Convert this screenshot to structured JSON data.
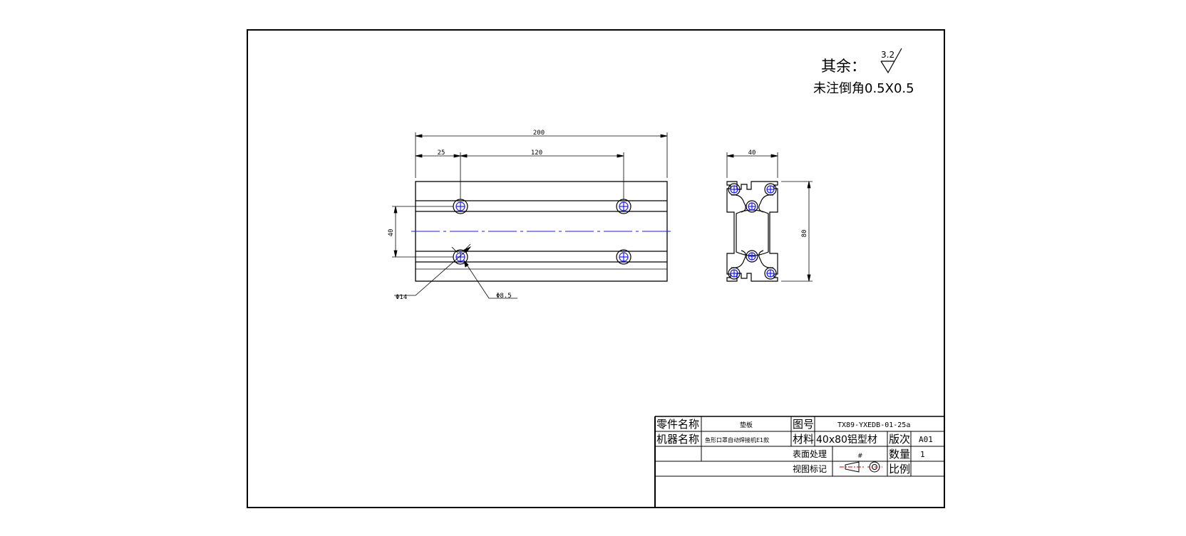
{
  "notes": {
    "roughness_prefix": "其余：",
    "roughness_value": "3.2",
    "chamfer_note": "未注倒角0.5X0.5"
  },
  "dimensions": {
    "length_overall": "200",
    "hole_offset": "25",
    "hole_spacing": "120",
    "hole_row_spacing": "40",
    "counterbore_dia": "Φ14",
    "hole_dia": "Φ8.5",
    "section_width": "40",
    "section_height": "80"
  },
  "title_block": {
    "part_name_label": "零件名称",
    "part_name_value": "垫板",
    "drawing_no_label": "图号",
    "drawing_no_value": "TX89-YXEDB-01-25a",
    "machine_name_label": "机器名称",
    "machine_name_value": "鱼形口罩自动焊接机E1款",
    "material_label": "材料",
    "material_value": "40x80铝型材",
    "revision_label": "版次",
    "revision_value": "A01",
    "surface_label": "表面处理",
    "surface_value": "#",
    "quantity_label": "数量",
    "quantity_value": "1",
    "view_symbol_label": "视图标记",
    "scale_label": "比例",
    "scale_value": ""
  },
  "colors": {
    "line": "#000000",
    "centerline": "#1a1aff"
  }
}
